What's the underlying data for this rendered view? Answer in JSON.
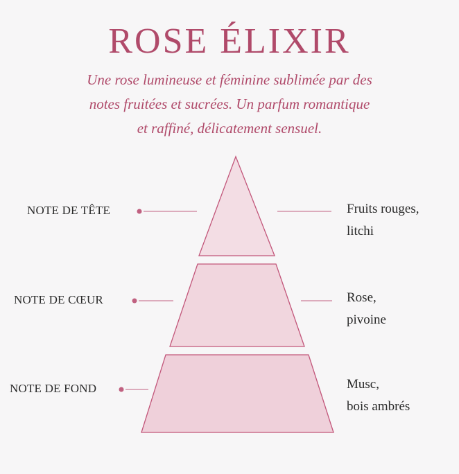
{
  "title": "ROSE ÉLIXIR",
  "subtitle": [
    "Une rose lumineuse et féminine sublimée par des",
    "notes fruitées et sucrées. Un parfum romantique",
    "et raffiné, délicatement sensuel."
  ],
  "levels": [
    {
      "label": "NOTE DE TÊTE",
      "notes": [
        "Fruits rouges,",
        "litchi"
      ]
    },
    {
      "label": "NOTE DE CŒUR",
      "notes": [
        "Rose,",
        "pivoine"
      ]
    },
    {
      "label": "NOTE DE FOND",
      "notes": [
        "Musc,",
        "bois ambrés"
      ]
    }
  ],
  "colors": {
    "accent": "#b04a6a",
    "tier_top": "#f3dde4",
    "tier_middle": "#f1d6de",
    "tier_bottom": "#efd0da",
    "stroke": "#c2567a",
    "connector": "#c06080"
  }
}
